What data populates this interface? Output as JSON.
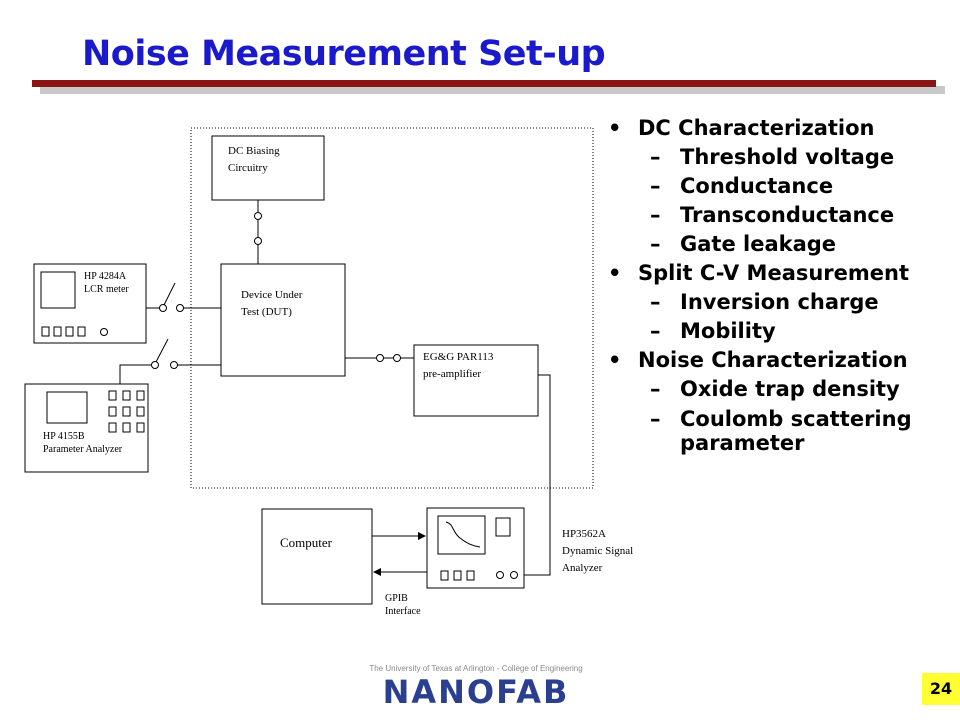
{
  "slide": {
    "title": "Noise Measurement Set-up",
    "page_number": "24"
  },
  "bullets": [
    {
      "text": "DC Characterization",
      "subs": [
        "Threshold voltage",
        "Conductance",
        "Transconductance",
        "Gate leakage"
      ]
    },
    {
      "text": "Split C-V Measurement",
      "subs": [
        "Inversion charge",
        "Mobility"
      ]
    },
    {
      "text": "Noise Characterization",
      "subs": [
        "Oxide trap density",
        "Coulomb scattering parameter"
      ]
    }
  ],
  "bullet_marker": "•",
  "dash_marker": "–",
  "diagram": {
    "dc_biasing": [
      "DC Biasing",
      "Circuitry"
    ],
    "dut": [
      "Device Under",
      "Test (DUT)"
    ],
    "preamp": [
      "EG&G PAR113",
      "pre-amplifier"
    ],
    "lcr": [
      "HP 4284A",
      "LCR meter"
    ],
    "analyzer": [
      "HP 4155B",
      "Parameter Analyzer"
    ],
    "computer": "Computer",
    "dsa": [
      "HP3562A",
      "Dynamic Signal",
      "Analyzer"
    ],
    "gpib": [
      "GPIB",
      "Interface"
    ]
  },
  "logo": {
    "tagline": "The University of Texas at Arlington - College of Engineering",
    "name": "NANOFAB"
  },
  "colors": {
    "title": "#1a1acc",
    "title_bar": "#8b1414",
    "page_badge": "#ffff33",
    "logo": "#2a3f8f"
  }
}
